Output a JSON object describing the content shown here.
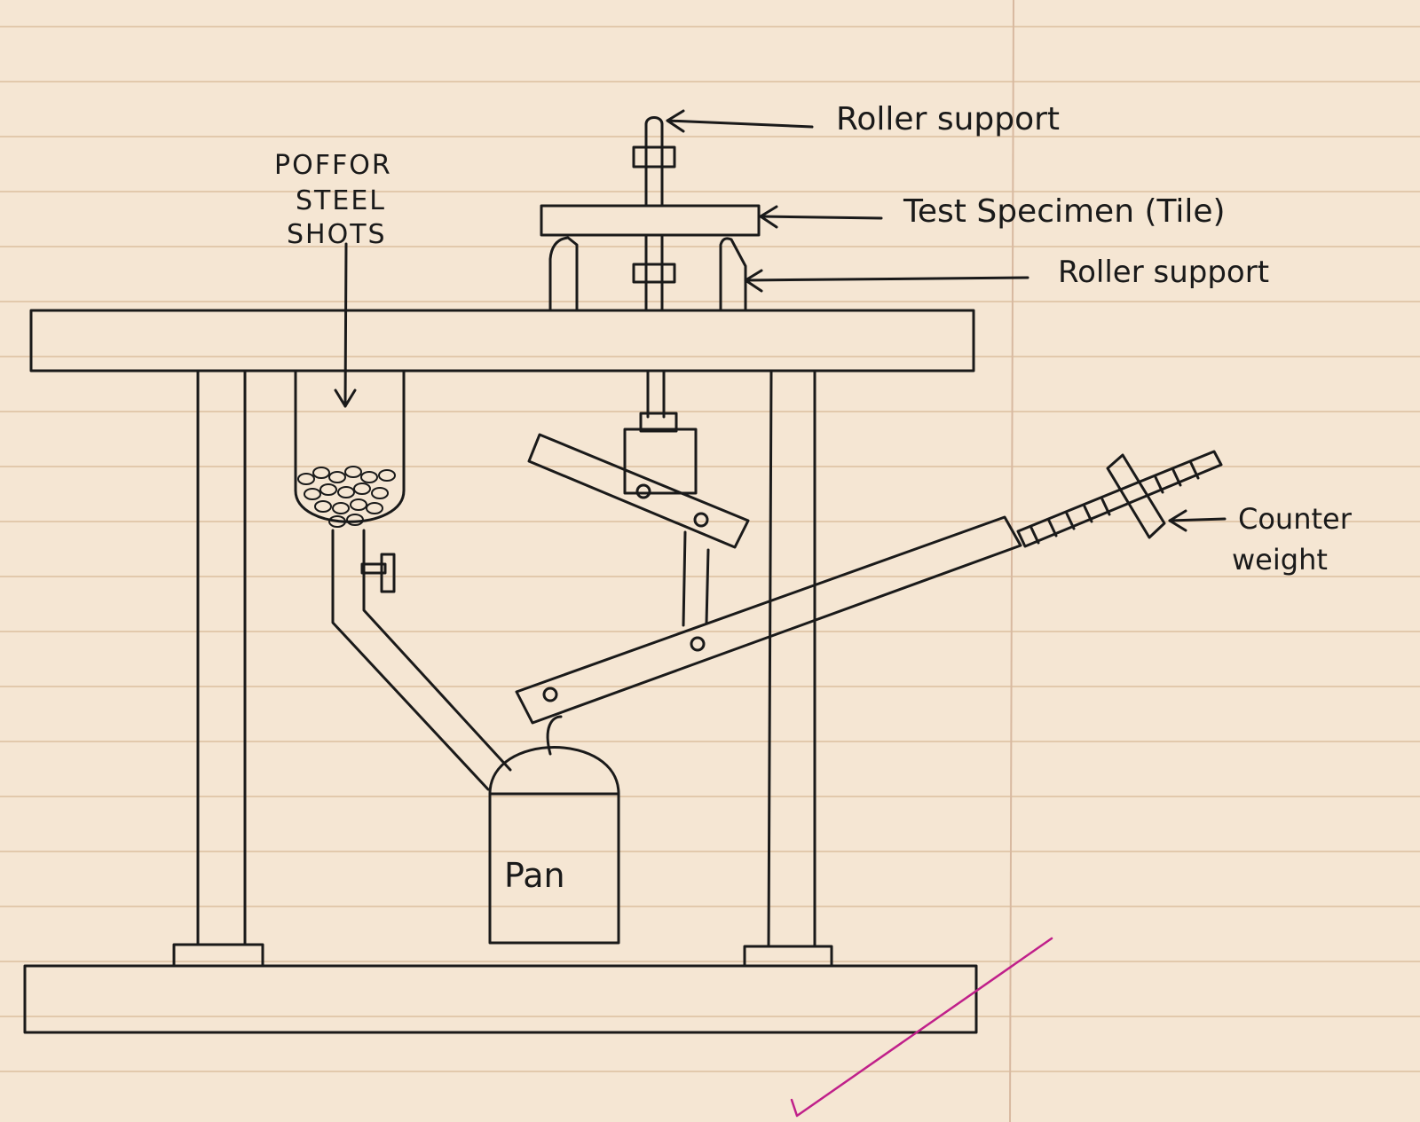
{
  "labels": {
    "roller_support_top": "Roller support",
    "test_specimen": "Test Specimen (Tile)",
    "roller_support_side": "Roller support",
    "hopper_line1": "POFFOR",
    "hopper_line2": "STEEL",
    "hopper_line3": "SHOTS",
    "counter_line1": "Counter",
    "counter_line2": "weight",
    "pan": "Pan"
  },
  "colors": {
    "paper": "#f5e6d3",
    "ruling": "#e2c9ac",
    "margin": "#d8b9a0",
    "ink": "#1a1a1a",
    "check_mark": "#c0208a"
  }
}
